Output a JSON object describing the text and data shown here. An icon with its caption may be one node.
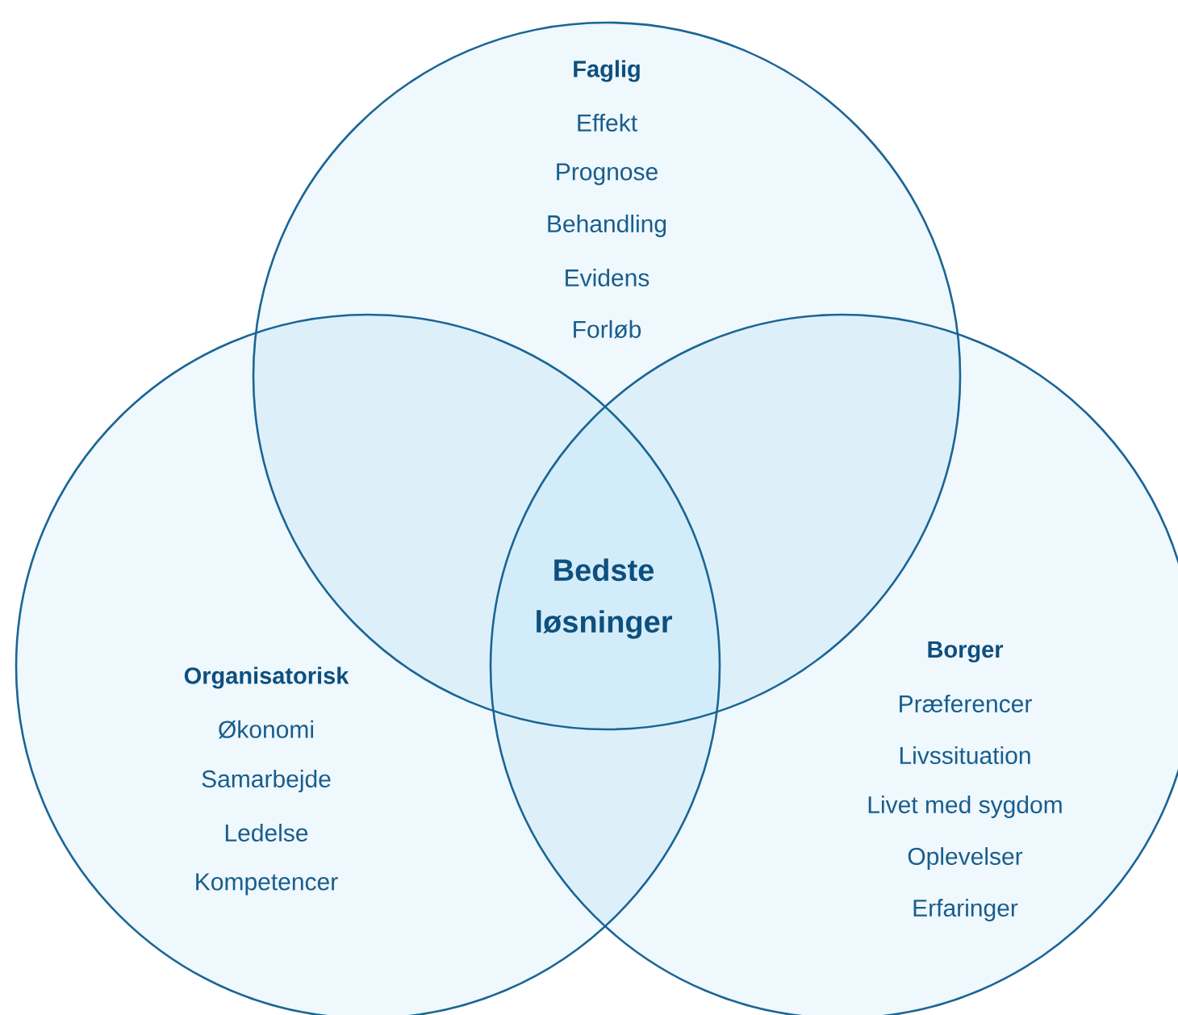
{
  "diagram": {
    "nodes": [
      {
        "text": [
          "Faglig",
          "Effekt",
          "Prognose",
          "Behandling",
          "Evidens",
          "Forløb"
        ]
      },
      {
        "text": [
          "Organisatorisk",
          "Økonomi",
          "Samarbejde",
          "Ledelse",
          "Kompetencer"
        ]
      },
      {
        "text": [
          "Borger",
          "Præferencer",
          "Livssituation",
          "Livet med sygdom",
          "Oplevelser",
          "Erfaringer"
        ]
      }
    ],
    "labels": [
      "Bedste løsninger"
    ]
  }
}
